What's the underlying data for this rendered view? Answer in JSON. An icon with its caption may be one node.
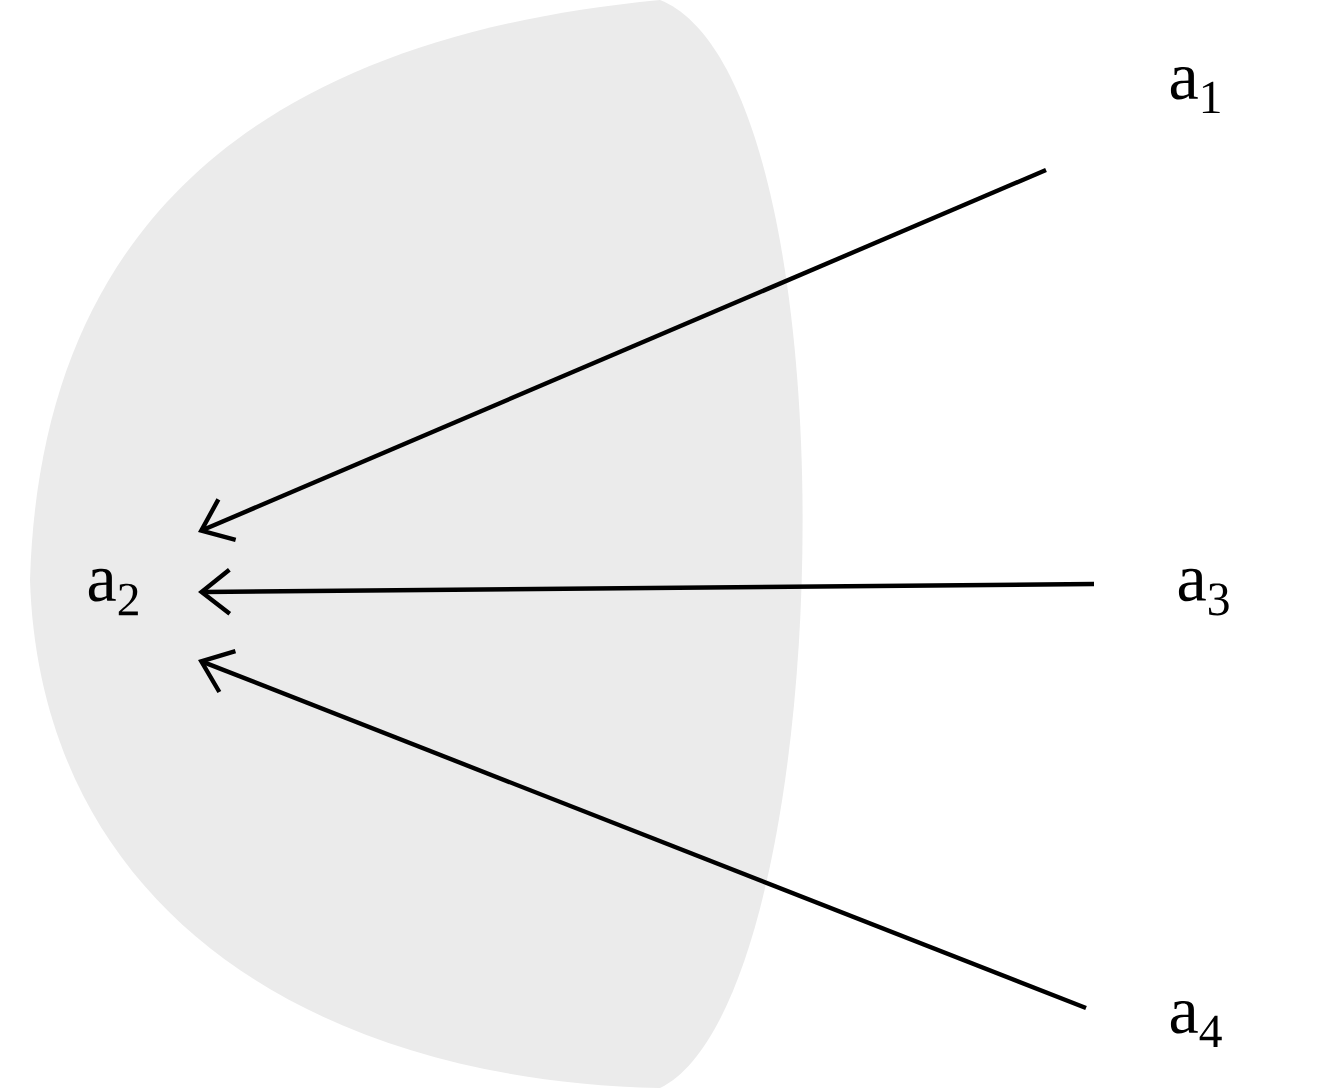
{
  "diagram": {
    "nodes": [
      {
        "text": [
          "a$_{1}$"
        ]
      },
      {
        "text": [
          "a$_{2}$"
        ]
      },
      {
        "text": [
          "a$_{3}$"
        ]
      },
      {
        "text": [
          "a$_{4}$"
        ]
      }
    ],
    "edges": [
      {
        "from": 0,
        "to": 1,
        "arrow": "to"
      },
      {
        "from": 2,
        "to": 1,
        "arrow": "to"
      },
      {
        "from": 3,
        "to": 1,
        "arrow": "to"
      }
    ]
  }
}
